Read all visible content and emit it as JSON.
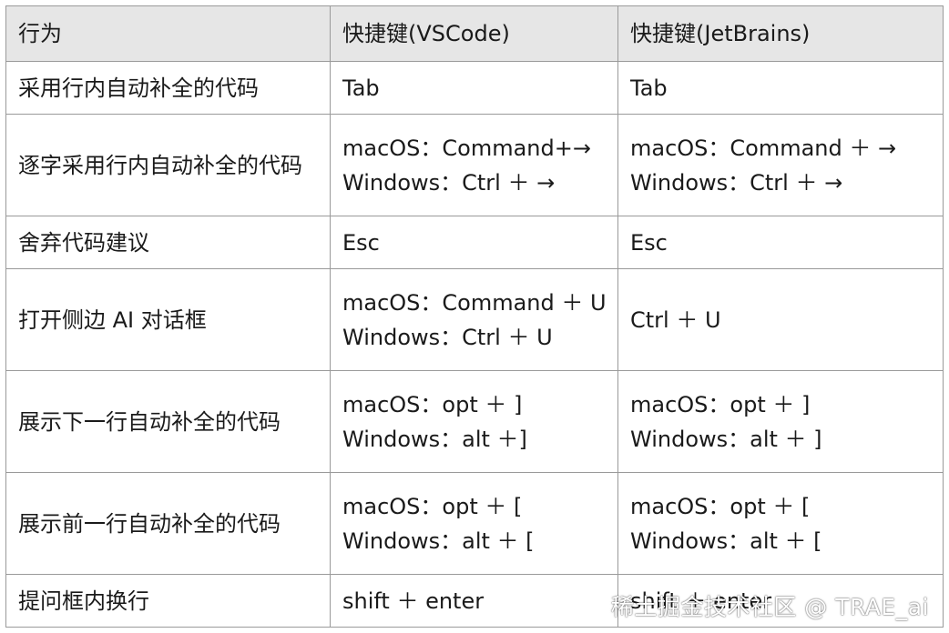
{
  "table": {
    "headers": [
      "行为",
      "快捷键(VSCode)",
      "快捷键(JetBrains)"
    ],
    "rows": [
      {
        "action": "采用行内自动补全的代码",
        "vscode": [
          "Tab"
        ],
        "jetbrains": [
          "Tab"
        ]
      },
      {
        "action": "逐字采用行内自动补全的代码",
        "vscode": [
          "macOS：Command+→",
          "Windows：Ctrl ＋ →"
        ],
        "jetbrains": [
          "macOS：Command ＋ →",
          "Windows：Ctrl ＋ →"
        ]
      },
      {
        "action": "舍弃代码建议",
        "vscode": [
          "Esc"
        ],
        "jetbrains": [
          "Esc"
        ]
      },
      {
        "action": "打开侧边 AI 对话框",
        "vscode": [
          "macOS：Command ＋ U",
          "Windows：Ctrl ＋ U"
        ],
        "jetbrains": [
          "Ctrl ＋ U"
        ]
      },
      {
        "action": "展示下一行自动补全的代码",
        "vscode": [
          "macOS：opt ＋ ]",
          "Windows：alt ＋]"
        ],
        "jetbrains": [
          "macOS：opt ＋ ]",
          "Windows：alt ＋ ]"
        ]
      },
      {
        "action": "展示前一行自动补全的代码",
        "vscode": [
          "macOS：opt ＋ [",
          "Windows：alt ＋ ["
        ],
        "jetbrains": [
          "macOS：opt ＋ [",
          "Windows：alt ＋ ["
        ]
      },
      {
        "action": "提问框内换行",
        "vscode": [
          "shift ＋ enter"
        ],
        "jetbrains": [
          "shift ＋ enter"
        ]
      }
    ]
  },
  "watermark": "稀土掘金技术社区 @ TRAE_ai"
}
